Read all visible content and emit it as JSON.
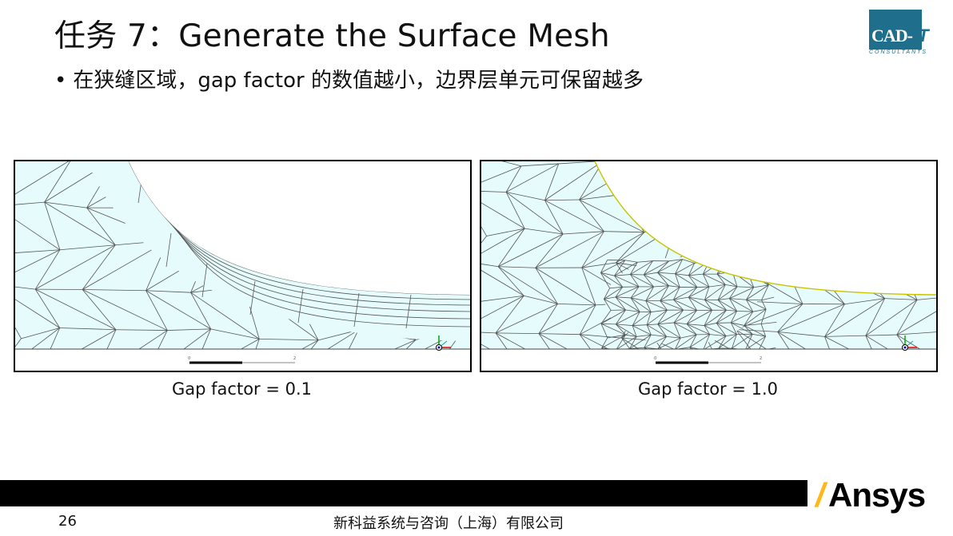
{
  "slide": {
    "title": "任务 7：Generate the Surface Mesh",
    "bullet": "在狭缝区域，gap factor 的数值越小，边界层单元可保留越多",
    "bullet_marker": "•",
    "logo": {
      "text": "CAD-IT",
      "sub": "CONSULTANTS"
    },
    "panels": [
      {
        "caption": "Gap factor = 0.1",
        "scale_min": "0",
        "scale_max": "2"
      },
      {
        "caption": "Gap factor = 1.0",
        "scale_min": "0",
        "scale_max": "2"
      }
    ],
    "footer": {
      "page_number": "26",
      "company": "新科益系统与咨询（上海）有限公司",
      "brand": "Ansys"
    },
    "colors": {
      "mesh_fill": "#e6fbfb",
      "mesh_line": "#555555",
      "boundary_highlight": "#c8c400",
      "brand_accent": "#ffb71b",
      "logo_blue": "#1e6e8c"
    }
  }
}
